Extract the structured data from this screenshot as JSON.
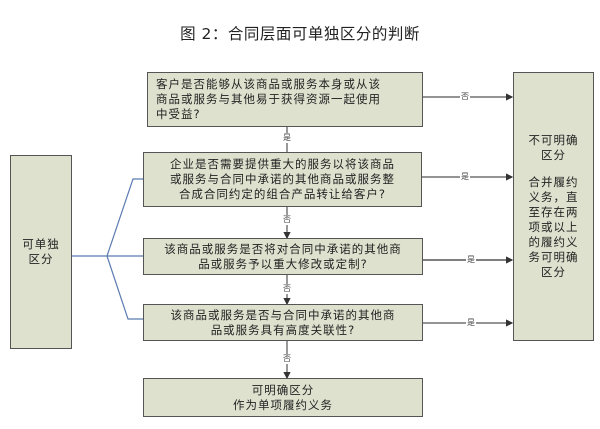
{
  "title": "图 2：合同层面可单独区分的判断",
  "boxes": {
    "q1": {
      "lines": [
        "客户是否能够从该商品或服务本身或从该",
        "商品或服务与其他易于获得资源一起使用",
        "中受益?"
      ]
    },
    "q2": {
      "lines": [
        "企业是否需要提供重大的服务以将该商品",
        "或服务与合同中承诺的其他商品或服务整",
        "合成合同约定的组合产品转让给客户?"
      ]
    },
    "q3": {
      "lines": [
        "该商品或服务是否将对合同中承诺的其他商",
        "品或服务予以重大修改或定制?"
      ]
    },
    "q4": {
      "lines": [
        "该商品或服务是否与合同中承诺的其他商",
        "品或服务具有高度关联性?"
      ]
    },
    "result_distinct": {
      "lines": [
        "可明确区分",
        "作为单项履约义务"
      ]
    },
    "left": {
      "lines": [
        "可单独",
        "区分"
      ]
    },
    "right": {
      "heading": [
        "不可明确",
        "区分"
      ],
      "body": [
        "合并履约",
        "义务，直",
        "至存在两",
        "项或以上",
        "的履约义",
        "务可明确",
        "区分"
      ]
    }
  },
  "edge_labels": {
    "q1_no": "否",
    "q1_yes": "是",
    "q2_yes": "是",
    "q2_no": "否",
    "q3_yes": "是",
    "q3_no": "否",
    "q4_yes": "是",
    "q4_no": "否"
  },
  "colors": {
    "box_fill": "#dfe1cf",
    "box_border": "#555555",
    "arrow": "#333333",
    "bracket": "#5b7bb0"
  }
}
